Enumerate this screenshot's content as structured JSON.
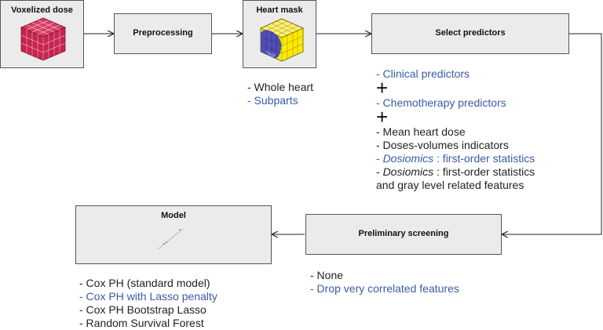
{
  "colors": {
    "box_fill": "#ebebeb",
    "box_border": "#555555",
    "blue_text": "#3a5aa8",
    "dose_cube": "#c8234f",
    "mask_yellow": "#ffea00",
    "mask_blue": "#3e3ec8"
  },
  "boxes": {
    "voxelized_dose": {
      "title": "Voxelized dose",
      "icon": "voxel-cube-icon"
    },
    "preprocessing": {
      "title": "Preprocessing"
    },
    "heart_mask": {
      "title": "Heart mask",
      "icon": "heart-mask-cube-icon"
    },
    "select_predictors": {
      "title": "Select predictors"
    },
    "preliminary_screening": {
      "title": "Preliminary screening"
    },
    "model": {
      "title": "Model"
    }
  },
  "heart_mask_options": {
    "items": [
      "- Whole heart",
      "- Subparts"
    ]
  },
  "predictors": {
    "clinical": "- Clinical predictors",
    "plus": "+",
    "chemotherapy": "- Chemotherapy predictors",
    "mean_dose": "- Mean heart dose",
    "dose_volume": "- Doses-volumes indicators",
    "dosiomics_first_label": "Dosiomics",
    "dosiomics_first_rest": " : first-order statistics",
    "dosiomics_gray_label": "Dosiomics",
    "dosiomics_gray_rest": " : first-order statistics",
    "dosiomics_gray_line2": "and gray level related features"
  },
  "screening_options": {
    "items": [
      "- None",
      "- Drop very correlated features"
    ]
  },
  "model_options": {
    "items": [
      "- Cox PH (standard model)",
      "- Cox PH with Lasso penalty",
      "- Cox PH Bootstrap Lasso",
      "- Random Survival Forest"
    ]
  }
}
